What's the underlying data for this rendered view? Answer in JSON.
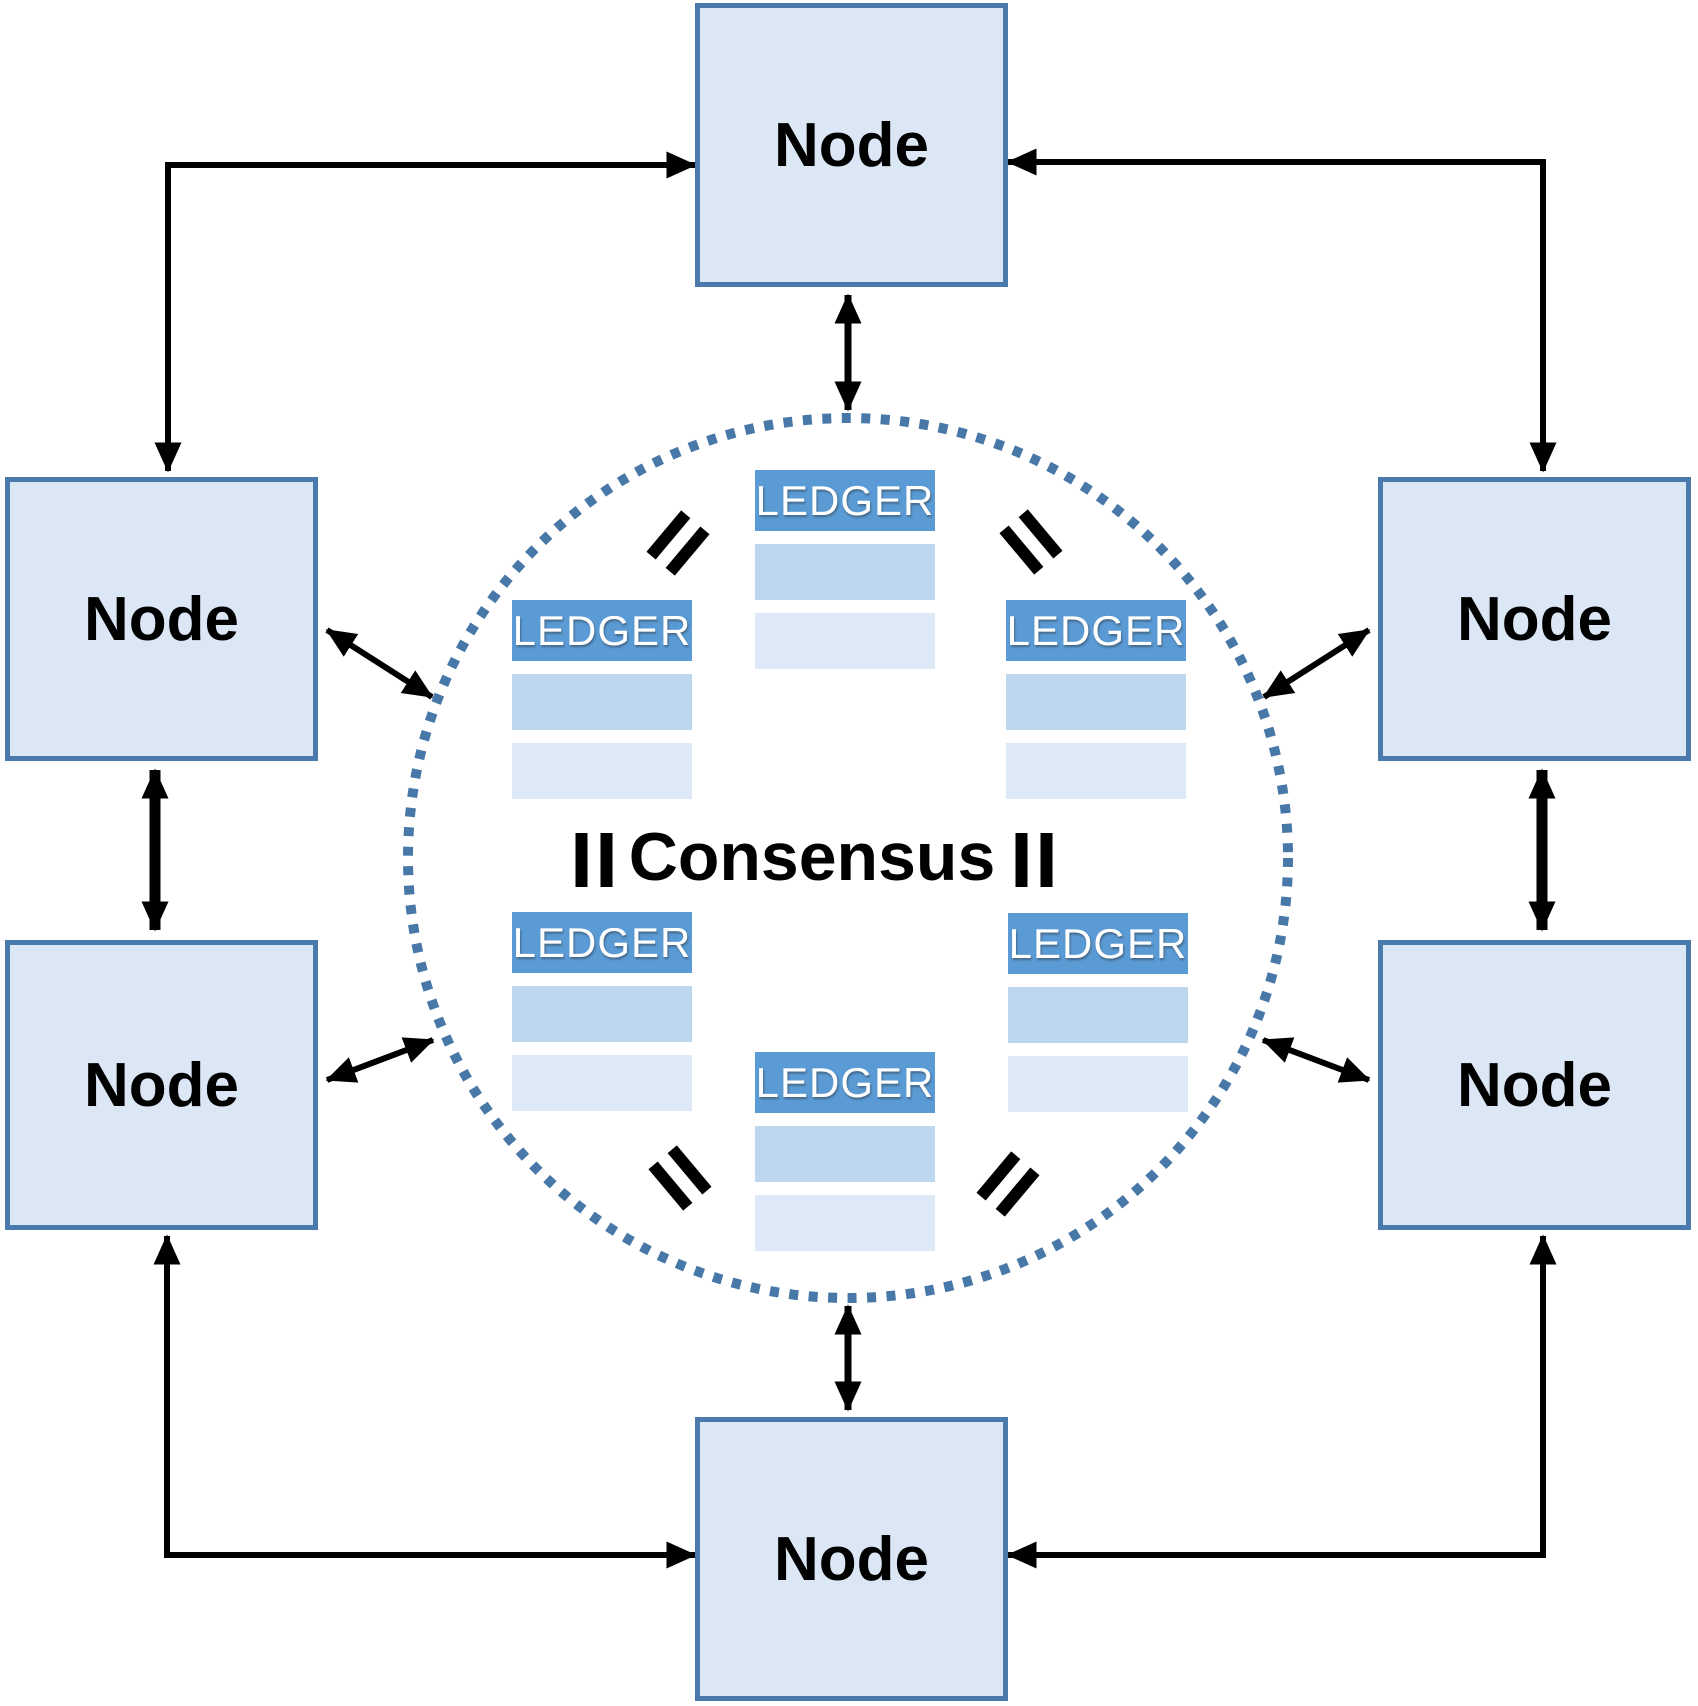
{
  "diagram": {
    "type": "network-consensus-diagram",
    "center_label": "Consensus",
    "equals_glyph": "=",
    "nodes": [
      {
        "id": "top",
        "label": "Node"
      },
      {
        "id": "upper-left",
        "label": "Node"
      },
      {
        "id": "upper-right",
        "label": "Node"
      },
      {
        "id": "lower-left",
        "label": "Node"
      },
      {
        "id": "lower-right",
        "label": "Node"
      },
      {
        "id": "bottom",
        "label": "Node"
      }
    ],
    "ledgers": [
      {
        "id": "top",
        "label": "LEDGER"
      },
      {
        "id": "upper-left",
        "label": "LEDGER"
      },
      {
        "id": "upper-right",
        "label": "LEDGER"
      },
      {
        "id": "lower-left",
        "label": "LEDGER"
      },
      {
        "id": "lower-right",
        "label": "LEDGER"
      },
      {
        "id": "bottom",
        "label": "LEDGER"
      }
    ],
    "colors": {
      "background": "#ffffff",
      "node_fill": "#dce7f5",
      "node_border": "#4a7aab",
      "ledger_header": "#5b9bd5",
      "ledger_row_1": "#bdd7ee",
      "ledger_row_2": "#dee9f7",
      "ledger_text": "#ffffff",
      "circle_dot": "#4878a8",
      "arrow": "#000000",
      "label_text": "#000000"
    }
  }
}
